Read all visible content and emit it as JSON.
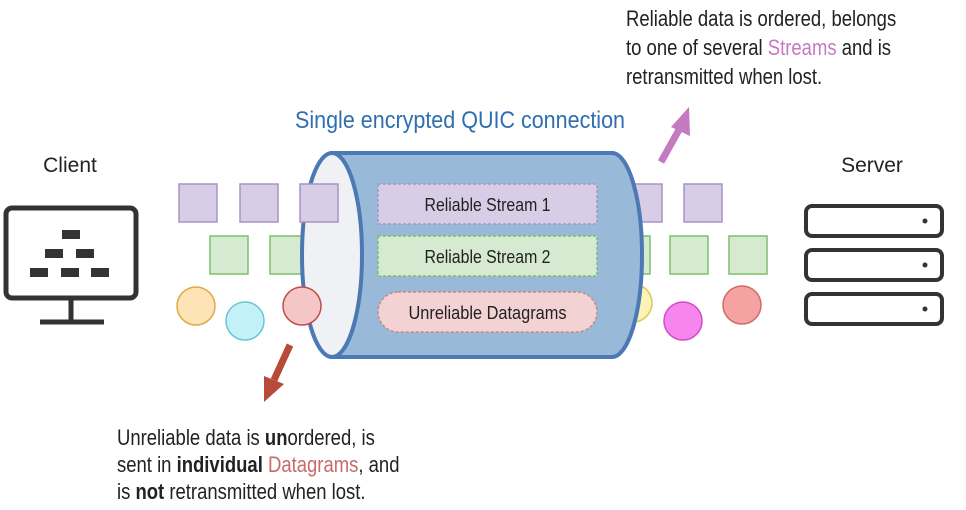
{
  "client_label": "Client",
  "server_label": "Server",
  "connection_label": "Single encrypted QUIC connection",
  "streams": [
    {
      "label": "Reliable Stream 1",
      "fill": "#d7cde6",
      "stroke": "#a893c6"
    },
    {
      "label": "Reliable Stream 2",
      "fill": "#d5ead0",
      "stroke": "#7cbf6b"
    },
    {
      "label": "Unreliable Datagrams",
      "fill": "#f2d2d2",
      "stroke": "#c98888"
    }
  ],
  "reliable_note": {
    "line1": "Reliable data is ordered, belongs",
    "line2_pre": "to one of several ",
    "line2_highlight": "Streams",
    "line2_post": " and is",
    "line3": "retransmitted when lost."
  },
  "unreliable_note": {
    "line1_pre": "Unreliable data is ",
    "line1_bold": "un",
    "line1_post": "ordered, is",
    "line2_pre": "sent in ",
    "line2_bold": "individual",
    "line2_highlight": " Datagrams",
    "line2_post": ", and",
    "line3_pre": "is ",
    "line3_bold": "not",
    "line3_post": " retransmitted when lost."
  },
  "colors": {
    "tube_fill": "#98bad8",
    "tube_stroke": "#4c78b4",
    "reliable_arrow": "#c47ac0",
    "unreliable_arrow": "#b84a3a",
    "connection_text": "#2f6fb0"
  }
}
